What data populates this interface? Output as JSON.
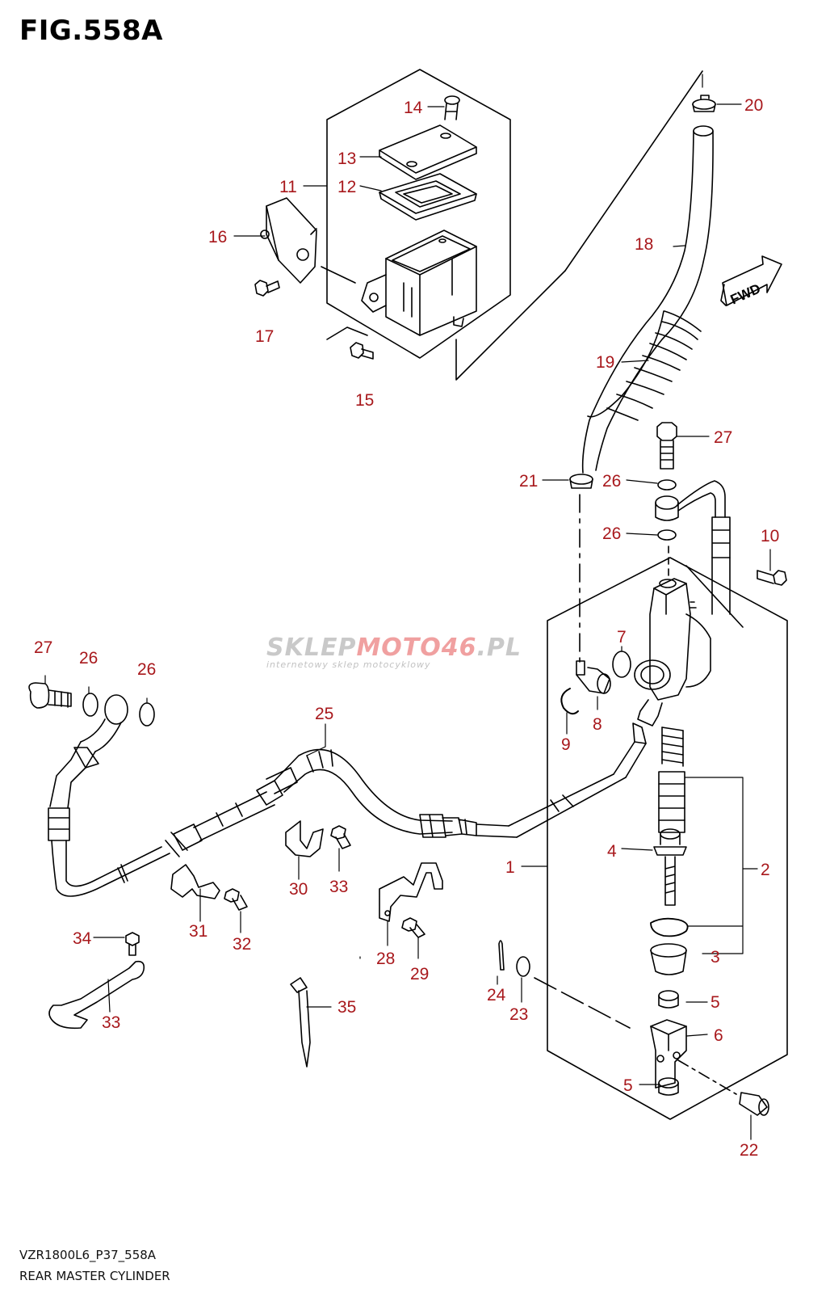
{
  "figure": {
    "title": "FIG.558A",
    "model_code": "VZR1800L6_P37_558A",
    "name": "REAR MASTER CYLINDER",
    "fwd_label": "FWD"
  },
  "watermark": {
    "brand_a": "SKLEP",
    "brand_b": "MOTO",
    "brand_c": "46",
    "brand_d": ".PL",
    "tagline": "internetowy sklep motocyklowy"
  },
  "callouts": [
    {
      "label": "14"
    },
    {
      "label": "13"
    },
    {
      "label": "11"
    },
    {
      "label": "12"
    },
    {
      "label": "16"
    },
    {
      "label": "17"
    },
    {
      "label": "15"
    },
    {
      "label": "20"
    },
    {
      "label": "18"
    },
    {
      "label": "19"
    },
    {
      "label": "27"
    },
    {
      "label": "21"
    },
    {
      "label": "26"
    },
    {
      "label": "26"
    },
    {
      "label": "10"
    },
    {
      "label": "7"
    },
    {
      "label": "9"
    },
    {
      "label": "8"
    },
    {
      "label": "27"
    },
    {
      "label": "26"
    },
    {
      "label": "26"
    },
    {
      "label": "25"
    },
    {
      "label": "4"
    },
    {
      "label": "2"
    },
    {
      "label": "1"
    },
    {
      "label": "30"
    },
    {
      "label": "33"
    },
    {
      "label": "31"
    },
    {
      "label": "32"
    },
    {
      "label": "34"
    },
    {
      "label": "28"
    },
    {
      "label": "29"
    },
    {
      "label": "3"
    },
    {
      "label": "24"
    },
    {
      "label": "23"
    },
    {
      "label": "5"
    },
    {
      "label": "33"
    },
    {
      "label": "35"
    },
    {
      "label": "6"
    },
    {
      "label": "5"
    },
    {
      "label": "22"
    }
  ],
  "colors": {
    "callout": "#a8181c",
    "line": "#000000",
    "watermark": "#c9c9c9",
    "watermark_accent": "#f0a0a0"
  }
}
